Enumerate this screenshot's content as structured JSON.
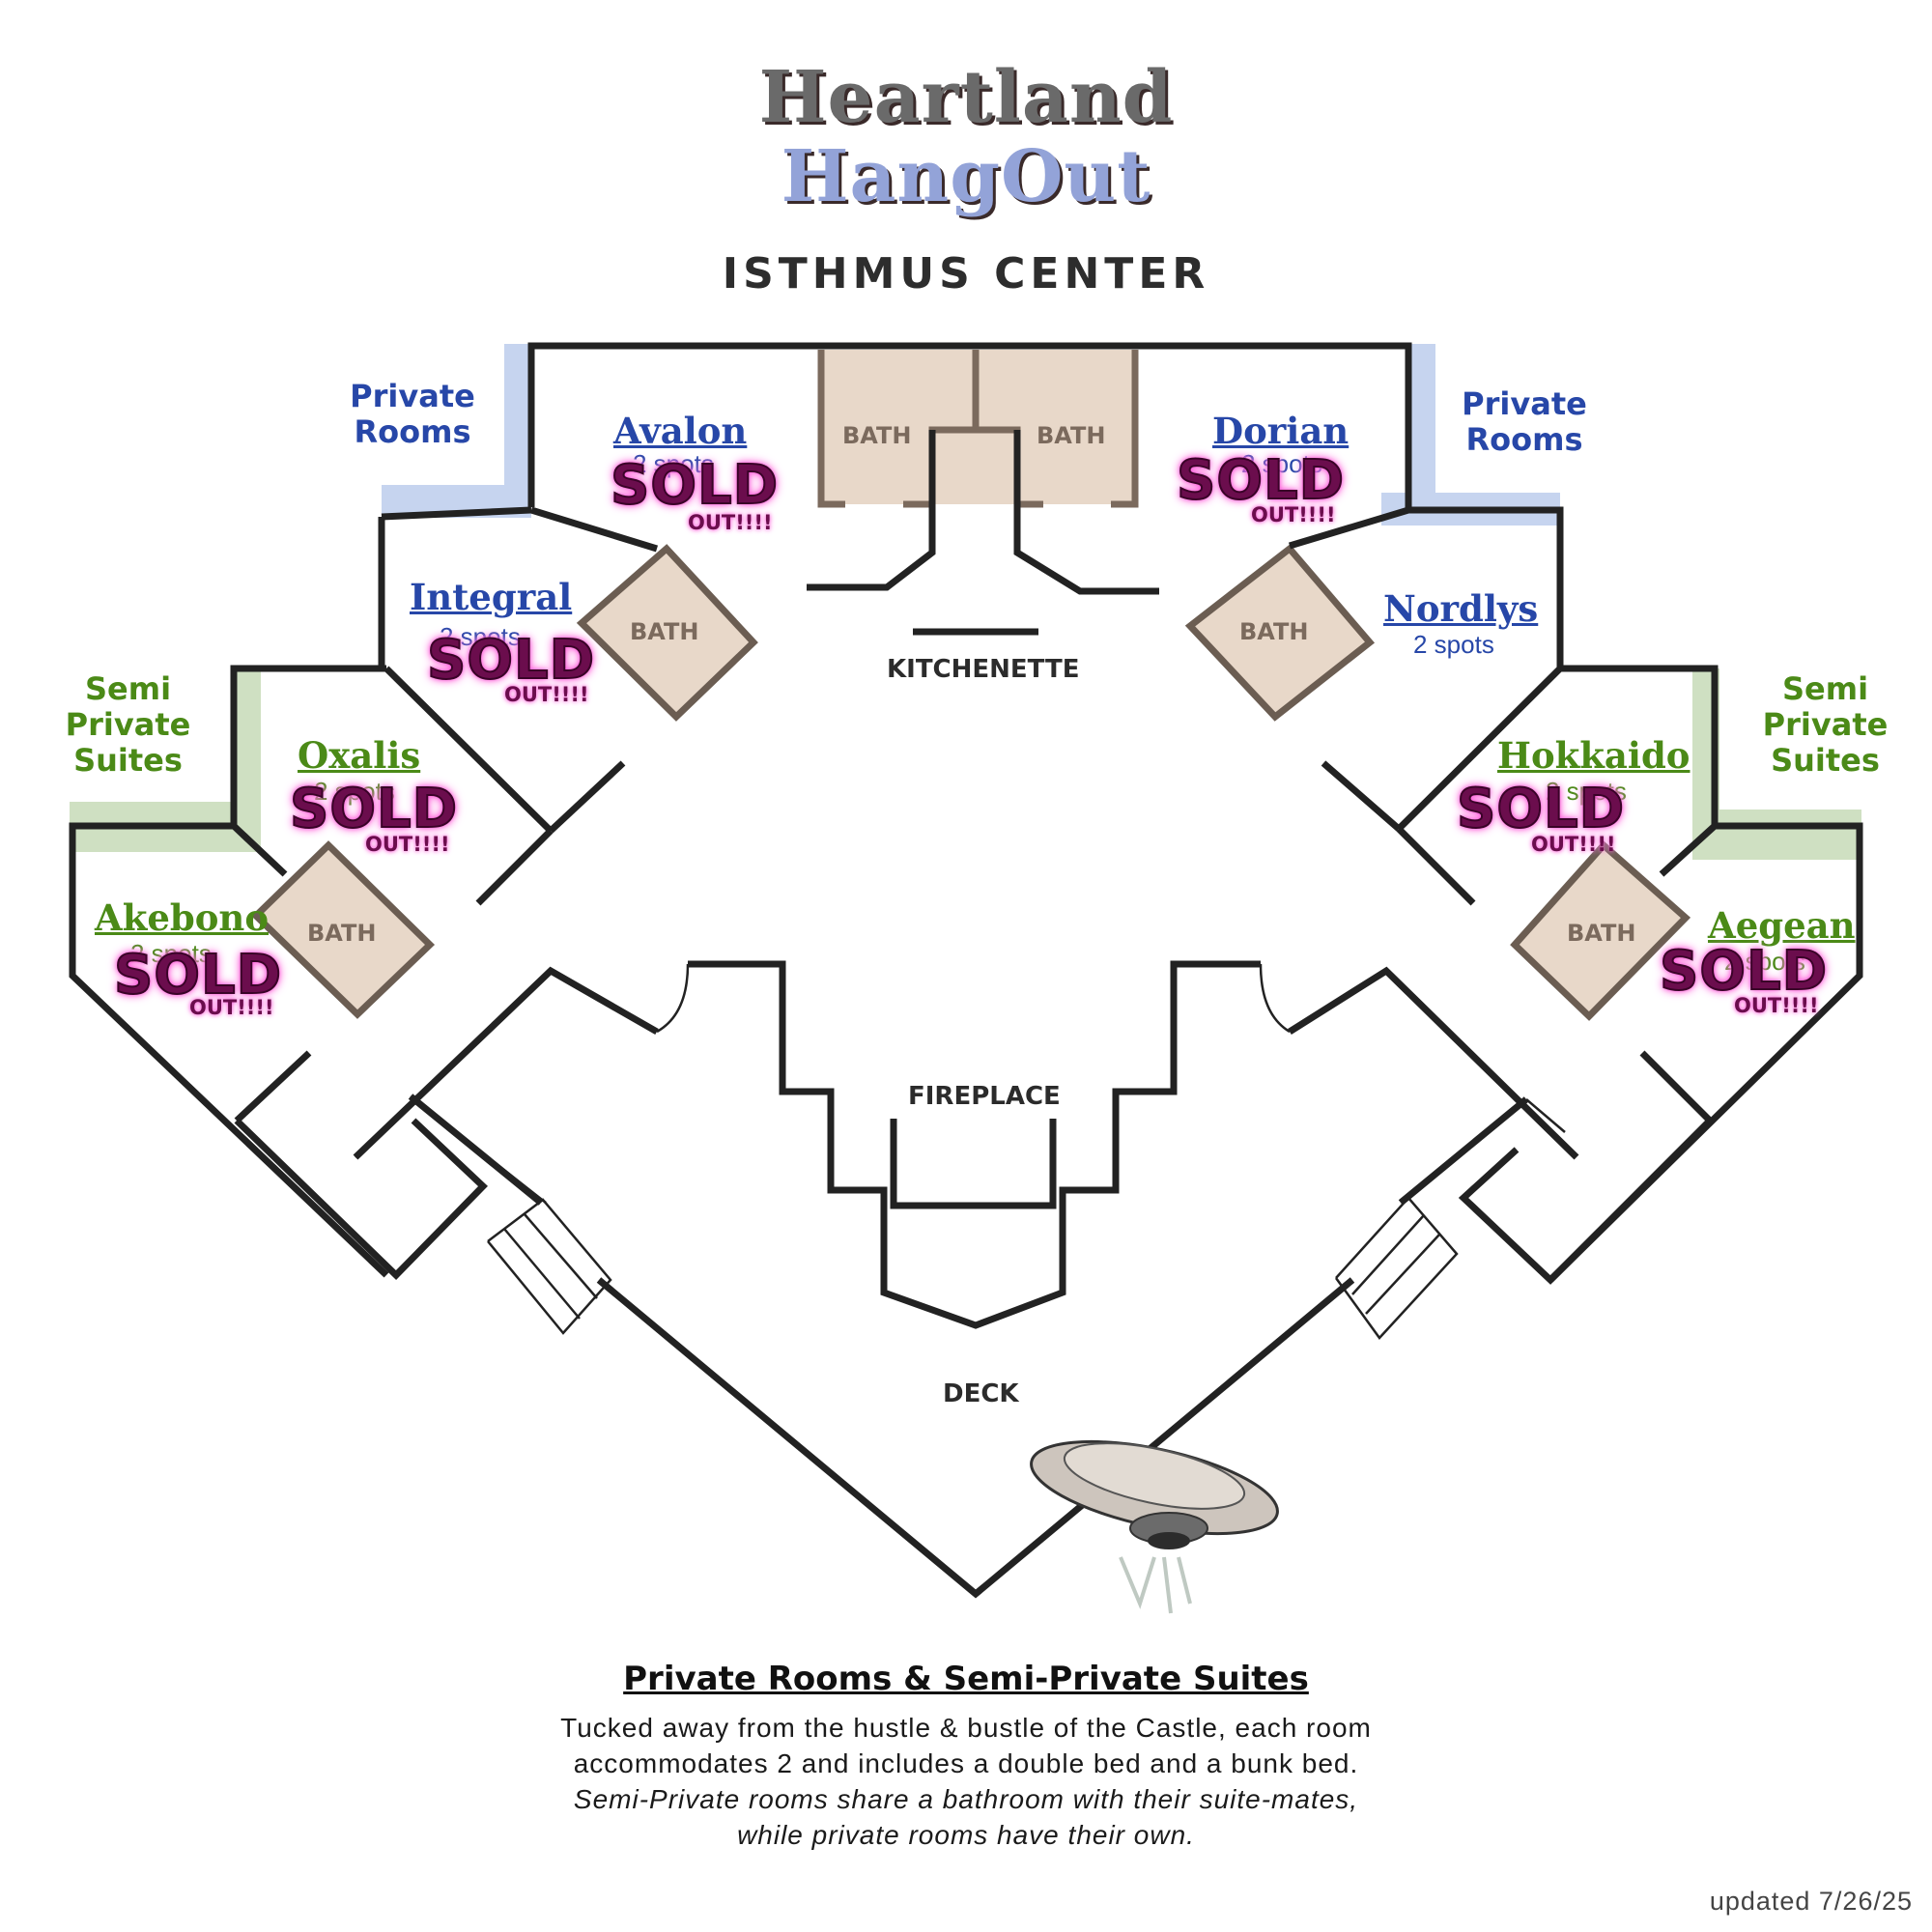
{
  "header": {
    "title_line1": "Heartland",
    "title_line2": "HangOut",
    "subtitle": "ISTHMUS CENTER"
  },
  "categories": {
    "private_left": [
      "Private",
      "Rooms"
    ],
    "private_right": [
      "Private",
      "Rooms"
    ],
    "semi_left": [
      "Semi",
      "Private",
      "Suites"
    ],
    "semi_right": [
      "Semi",
      "Private",
      "Suites"
    ]
  },
  "rooms": {
    "avalon": {
      "name": "Avalon",
      "spots": "2 spots",
      "status": "SOLD",
      "status_sub": "OUT!!!!"
    },
    "dorian": {
      "name": "Dorian",
      "spots": "2 spots",
      "status": "SOLD",
      "status_sub": "OUT!!!!"
    },
    "integral": {
      "name": "Integral",
      "spots": "2 spots",
      "status": "SOLD",
      "status_sub": "OUT!!!!"
    },
    "nordlys": {
      "name": "Nordlys",
      "spots": "2 spots"
    },
    "oxalis": {
      "name": "Oxalis",
      "spots": "2 spots",
      "status": "SOLD",
      "status_sub": "OUT!!!!"
    },
    "hokkaido": {
      "name": "Hokkaido",
      "spots": "2 spots",
      "status": "SOLD",
      "status_sub": "OUT!!!!"
    },
    "akebono": {
      "name": "Akebono",
      "spots": "2 spots",
      "status": "SOLD",
      "status_sub": "OUT!!!!"
    },
    "aegean": {
      "name": "Aegean",
      "spots": "2 spots",
      "status": "SOLD",
      "status_sub": "OUT!!!!"
    }
  },
  "areas": {
    "bath": "BATH",
    "kitchenette": "KITCHENETTE",
    "fireplace": "FIREPLACE",
    "deck": "DECK"
  },
  "footer": {
    "title": "Private Rooms & Semi-Private Suites",
    "body_plain": "Tucked away from the hustle & bustle of the Castle, each room accommodates 2 and includes a double bed and a bunk bed.",
    "body_italic": "Semi-Private rooms share a bathroom with their suite-mates, while private rooms have their own.",
    "updated": "updated 7/26/25"
  },
  "colors": {
    "private": "#2747a8",
    "semi": "#4b8a17",
    "private_highlight": "#c6d4ef",
    "semi_highlight": "#cfe0c2",
    "bath_fill": "#e8d8c9",
    "bath_stroke": "#6b5d52",
    "wall": "#222222",
    "sold": "#6b0d4d",
    "sold_glow": "#ff56d8"
  },
  "icons": [
    "ufo-icon"
  ]
}
